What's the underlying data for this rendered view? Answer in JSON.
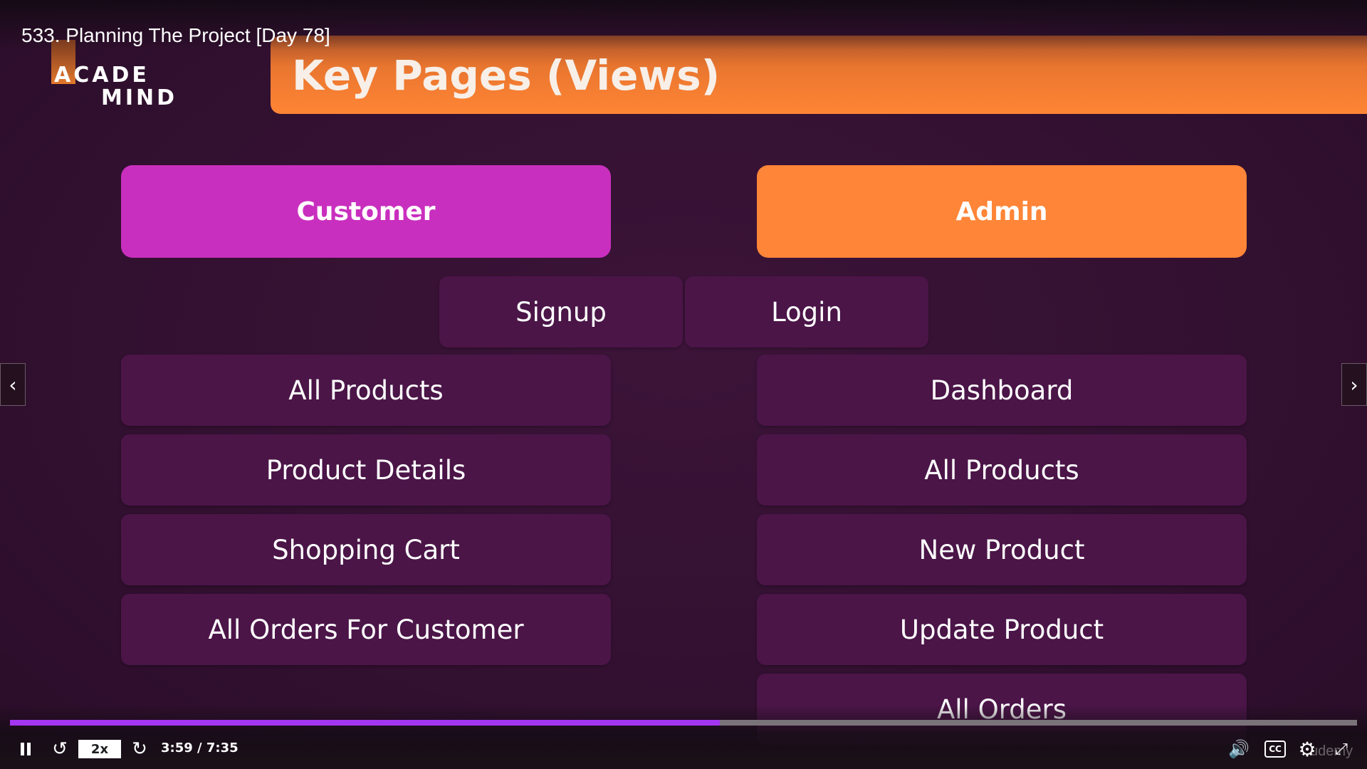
{
  "lecture": {
    "title": "533. Planning The Project [Day 78]"
  },
  "logo": {
    "line1": "ACADE",
    "line2": "MIND"
  },
  "slide": {
    "title": "Key Pages (Views)",
    "customer": {
      "header": "Customer",
      "pages": [
        "All Products",
        "Product Details",
        "Shopping Cart",
        "All Orders For Customer"
      ]
    },
    "admin": {
      "header": "Admin",
      "pages": [
        "Dashboard",
        "All Products",
        "New Product",
        "Update Product",
        "All Orders"
      ]
    },
    "shared": [
      "Signup",
      "Login"
    ]
  },
  "player": {
    "speed": "2x",
    "time": "3:59 / 7:35",
    "progress_percent": 52.7,
    "watermark": "udemy"
  },
  "colors": {
    "background": "#341132",
    "customer": "#c92fbe",
    "admin": "#ff8538",
    "card": "#4b1548",
    "progress": "#a435f0"
  }
}
